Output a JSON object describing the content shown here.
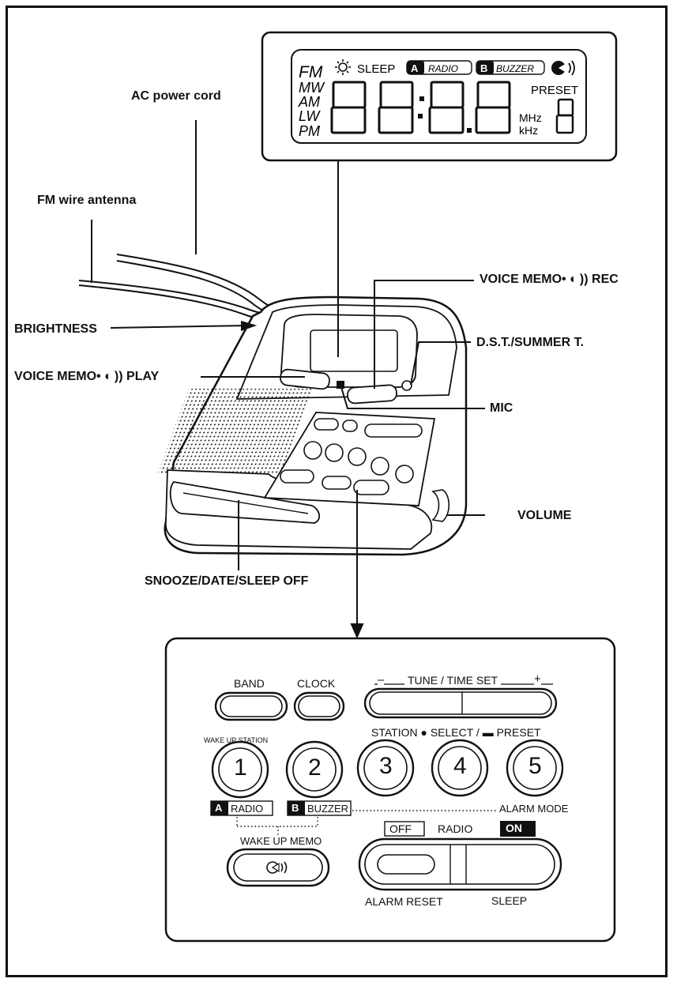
{
  "callouts": {
    "ac_power_cord": "AC power cord",
    "fm_wire_antenna": "FM wire antenna",
    "brightness": "BRIGHTNESS",
    "voice_memo_play": "VOICE MEMO• ◐ )) PLAY",
    "voice_memo_rec": "VOICE MEMO• ◐ )) REC",
    "dst_summer": "D.S.T./SUMMER T.",
    "mic": "MIC",
    "volume": "VOLUME",
    "snooze": "SNOOZE/DATE/SLEEP OFF"
  },
  "lcd": {
    "fm": "FM",
    "mw": "MW",
    "am": "AM",
    "lw": "LW",
    "pm": "PM",
    "sleep": "SLEEP",
    "a": "A",
    "radio": "RADIO",
    "b": "B",
    "buzzer": "BUZZER",
    "preset": "PRESET",
    "mhz": "MHz",
    "khz": "kHz",
    "digits": "88:8.8",
    "preset_digit": "8"
  },
  "panel": {
    "band": "BAND",
    "clock": "CLOCK",
    "minus": "–",
    "tune_time_set": "TUNE / TIME SET",
    "plus": "+",
    "wake_up_station": "WAKE UP STATION",
    "station_select_preset": "STATION ● SELECT / ▬ PRESET",
    "presets": [
      "1",
      "2",
      "3",
      "4",
      "5"
    ],
    "a": "A",
    "radio": "RADIO",
    "b": "B",
    "buzzer": "BUZZER",
    "alarm_mode": "ALARM MODE",
    "wake_up_memo": "WAKE UP MEMO",
    "off": "OFF",
    "radio_switch": "RADIO",
    "on": "ON",
    "alarm_reset": "ALARM RESET",
    "sleep": "SLEEP"
  }
}
